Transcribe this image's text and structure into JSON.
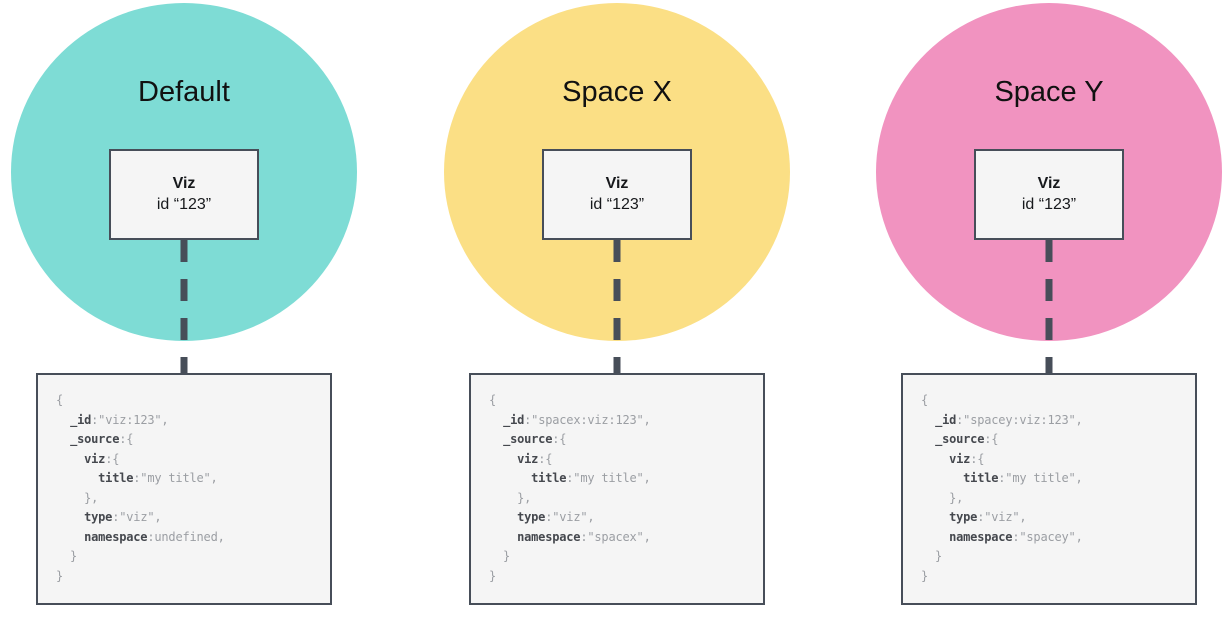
{
  "colors": {
    "outline": "#474e59",
    "panel_bg": "#f5f5f5",
    "title_text": "#111111",
    "code_key": "#45484e",
    "code_plain": "#9b9ea3"
  },
  "columns": [
    {
      "space_label": "Default",
      "circle_color": "#7edcd5",
      "viz_card": {
        "name": "Viz",
        "id_line": "id “123”"
      },
      "code_lines": [
        [
          {
            "c": "p",
            "v": "{"
          }
        ],
        [
          {
            "c": "w",
            "v": "  "
          },
          {
            "c": "k",
            "v": "_id"
          },
          {
            "c": "p",
            "v": ":\"viz:123\","
          }
        ],
        [
          {
            "c": "w",
            "v": "  "
          },
          {
            "c": "k",
            "v": "_source"
          },
          {
            "c": "p",
            "v": ":{"
          }
        ],
        [
          {
            "c": "w",
            "v": "    "
          },
          {
            "c": "k",
            "v": "viz"
          },
          {
            "c": "p",
            "v": ":{"
          }
        ],
        [
          {
            "c": "w",
            "v": "      "
          },
          {
            "c": "k",
            "v": "title"
          },
          {
            "c": "p",
            "v": ":\"my title\","
          }
        ],
        [
          {
            "c": "p",
            "v": "    },"
          }
        ],
        [
          {
            "c": "w",
            "v": "    "
          },
          {
            "c": "k",
            "v": "type"
          },
          {
            "c": "p",
            "v": ":\"viz\","
          }
        ],
        [
          {
            "c": "w",
            "v": "    "
          },
          {
            "c": "k",
            "v": "namespace"
          },
          {
            "c": "p",
            "v": ":undefined,"
          }
        ],
        [
          {
            "c": "p",
            "v": "  }"
          }
        ],
        [
          {
            "c": "p",
            "v": "}"
          }
        ]
      ]
    },
    {
      "space_label": "Space X",
      "circle_color": "#fbdf85",
      "viz_card": {
        "name": "Viz",
        "id_line": "id “123”"
      },
      "code_lines": [
        [
          {
            "c": "p",
            "v": "{"
          }
        ],
        [
          {
            "c": "w",
            "v": "  "
          },
          {
            "c": "k",
            "v": "_id"
          },
          {
            "c": "p",
            "v": ":\"spacex:viz:123\","
          }
        ],
        [
          {
            "c": "w",
            "v": "  "
          },
          {
            "c": "k",
            "v": "_source"
          },
          {
            "c": "p",
            "v": ":{"
          }
        ],
        [
          {
            "c": "w",
            "v": "    "
          },
          {
            "c": "k",
            "v": "viz"
          },
          {
            "c": "p",
            "v": ":{"
          }
        ],
        [
          {
            "c": "w",
            "v": "      "
          },
          {
            "c": "k",
            "v": "title"
          },
          {
            "c": "p",
            "v": ":\"my title\","
          }
        ],
        [
          {
            "c": "p",
            "v": "    },"
          }
        ],
        [
          {
            "c": "w",
            "v": "    "
          },
          {
            "c": "k",
            "v": "type"
          },
          {
            "c": "p",
            "v": ":\"viz\","
          }
        ],
        [
          {
            "c": "w",
            "v": "    "
          },
          {
            "c": "k",
            "v": "namespace"
          },
          {
            "c": "p",
            "v": ":\"spacex\","
          }
        ],
        [
          {
            "c": "p",
            "v": "  }"
          }
        ],
        [
          {
            "c": "p",
            "v": "}"
          }
        ]
      ]
    },
    {
      "space_label": "Space Y",
      "circle_color": "#f193c0",
      "viz_card": {
        "name": "Viz",
        "id_line": "id “123”"
      },
      "code_lines": [
        [
          {
            "c": "p",
            "v": "{"
          }
        ],
        [
          {
            "c": "w",
            "v": "  "
          },
          {
            "c": "k",
            "v": "_id"
          },
          {
            "c": "p",
            "v": ":\"spacey:viz:123\","
          }
        ],
        [
          {
            "c": "w",
            "v": "  "
          },
          {
            "c": "k",
            "v": "_source"
          },
          {
            "c": "p",
            "v": ":{"
          }
        ],
        [
          {
            "c": "w",
            "v": "    "
          },
          {
            "c": "k",
            "v": "viz"
          },
          {
            "c": "p",
            "v": ":{"
          }
        ],
        [
          {
            "c": "w",
            "v": "      "
          },
          {
            "c": "k",
            "v": "title"
          },
          {
            "c": "p",
            "v": ":\"my title\","
          }
        ],
        [
          {
            "c": "p",
            "v": "    },"
          }
        ],
        [
          {
            "c": "w",
            "v": "    "
          },
          {
            "c": "k",
            "v": "type"
          },
          {
            "c": "p",
            "v": ":\"viz\","
          }
        ],
        [
          {
            "c": "w",
            "v": "    "
          },
          {
            "c": "k",
            "v": "namespace"
          },
          {
            "c": "p",
            "v": ":\"spacey\","
          }
        ],
        [
          {
            "c": "p",
            "v": "  }"
          }
        ],
        [
          {
            "c": "p",
            "v": "}"
          }
        ]
      ]
    }
  ]
}
